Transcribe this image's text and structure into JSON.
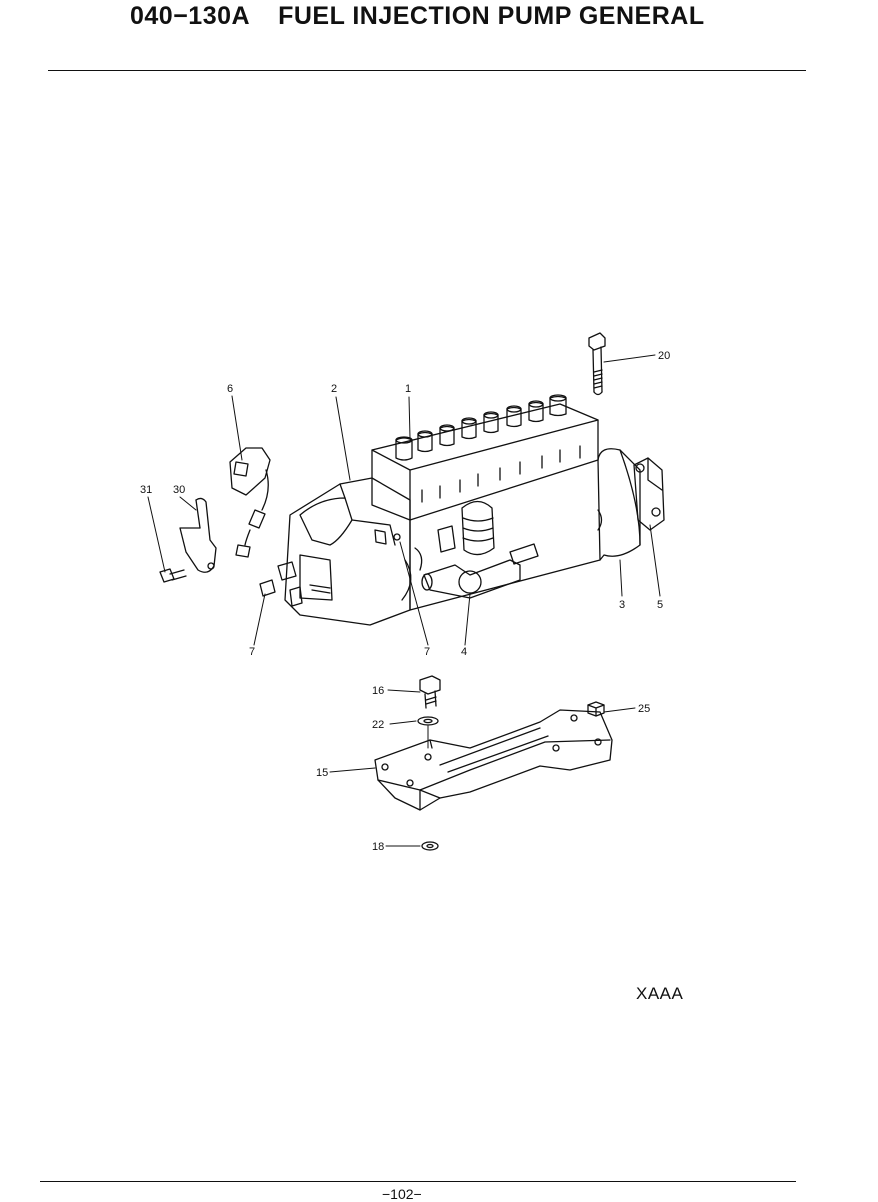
{
  "header": {
    "code": "040−130A",
    "title": "FUEL INJECTION PUMP GENERAL"
  },
  "diagram": {
    "callouts": [
      "20",
      "6",
      "2",
      "1",
      "31",
      "30",
      "3",
      "5",
      "7",
      "7",
      "4",
      "16",
      "25",
      "22",
      "15",
      "18"
    ],
    "parts": [
      "injection-pump-body",
      "delivery-valve-holders",
      "governor-housing",
      "timer-cover",
      "feed-pump",
      "bracket",
      "sensor",
      "bolt",
      "mounting-bracket",
      "washer",
      "nut"
    ]
  },
  "footer": {
    "code_tag": "XAAA",
    "page_number": "−102−"
  }
}
